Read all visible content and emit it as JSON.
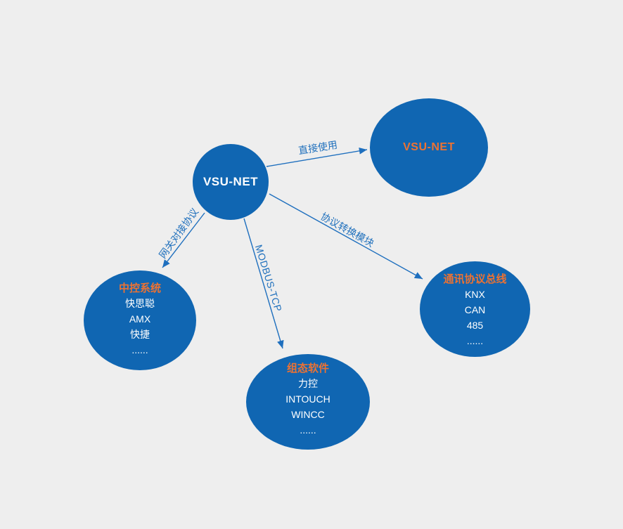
{
  "diagram": {
    "background": "#eeeeee",
    "node_fill": "#1066b2",
    "edge_color": "#1e6fbe",
    "accent_orange": "#ed7232",
    "node_text_color": "#ffffff",
    "center_node": {
      "label": "VSU-NET"
    },
    "direct_node": {
      "title": "VSU-NET"
    },
    "control_node": {
      "title": "中控系统",
      "items": [
        "快思聪",
        "AMX",
        "快捷",
        "......"
      ]
    },
    "scada_node": {
      "title": "组态软件",
      "items": [
        "力控",
        "INTOUCH",
        "WINCC",
        "......"
      ]
    },
    "bus_node": {
      "title": "通讯协议总线",
      "items": [
        "KNX",
        "CAN",
        "485",
        "......"
      ]
    },
    "edge_labels": {
      "direct_use": "直接使用",
      "gateway_protocol": "网关对接协议",
      "modbus_tcp": "MODBUS-TCP",
      "protocol_converter": "协议转换模块"
    }
  }
}
